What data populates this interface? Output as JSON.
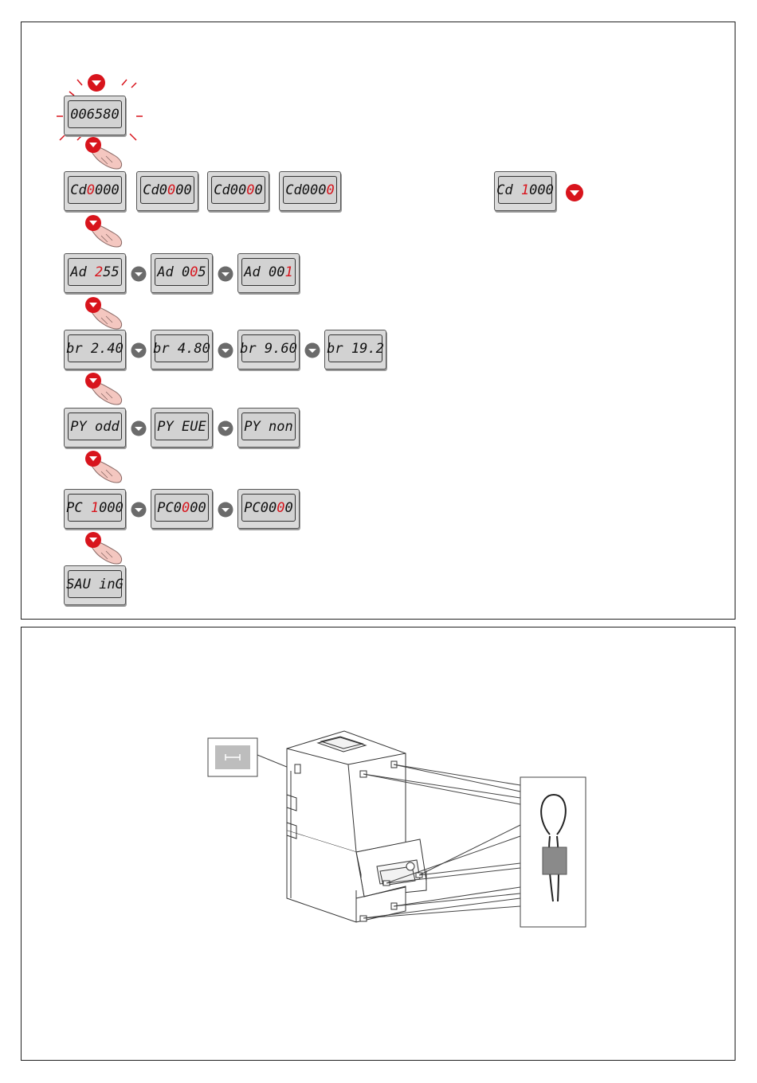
{
  "colors": {
    "accent_red": "#d8141c",
    "lcd_bg": "#d2d2d2",
    "arrow_grey": "#6b6b6b",
    "seal_grey": "#8a8a8a"
  },
  "icons": {
    "down_red": "red-down-arrow-icon",
    "down_grey": "grey-down-arrow-icon",
    "press": "pressing-finger-icon",
    "seal": "lead-seal-icon",
    "hole": "seal-hole-icon"
  },
  "displays": {
    "start": {
      "parts": [
        {
          "t": "006580",
          "r": false
        }
      ]
    },
    "cd": [
      {
        "parts": [
          {
            "t": "Cd",
            "r": false
          },
          {
            "t": "0",
            "r": true
          },
          {
            "t": "000",
            "r": false
          }
        ]
      },
      {
        "parts": [
          {
            "t": "Cd0",
            "r": false
          },
          {
            "t": "0",
            "r": true
          },
          {
            "t": "00",
            "r": false
          }
        ]
      },
      {
        "parts": [
          {
            "t": "Cd00",
            "r": false
          },
          {
            "t": "0",
            "r": true
          },
          {
            "t": "0",
            "r": false
          }
        ]
      },
      {
        "parts": [
          {
            "t": "Cd000",
            "r": false
          },
          {
            "t": "0",
            "r": true
          }
        ]
      }
    ],
    "cd_result": {
      "parts": [
        {
          "t": "Cd ",
          "r": false
        },
        {
          "t": "1",
          "r": true
        },
        {
          "t": "000",
          "r": false
        }
      ]
    },
    "ad": [
      {
        "parts": [
          {
            "t": "Ad ",
            "r": false
          },
          {
            "t": "2",
            "r": true
          },
          {
            "t": "55",
            "r": false
          }
        ]
      },
      {
        "parts": [
          {
            "t": "Ad 0",
            "r": false
          },
          {
            "t": "0",
            "r": true
          },
          {
            "t": "5",
            "r": false
          }
        ]
      },
      {
        "parts": [
          {
            "t": "Ad 00",
            "r": false
          },
          {
            "t": "1",
            "r": true
          }
        ]
      }
    ],
    "br": [
      {
        "parts": [
          {
            "t": "br 2.40",
            "r": false
          }
        ]
      },
      {
        "parts": [
          {
            "t": "br 4.80",
            "r": false
          }
        ]
      },
      {
        "parts": [
          {
            "t": "br 9.60",
            "r": false
          }
        ]
      },
      {
        "parts": [
          {
            "t": "br 19.2",
            "r": false
          }
        ]
      }
    ],
    "py": [
      {
        "parts": [
          {
            "t": "PY odd",
            "r": false
          }
        ]
      },
      {
        "parts": [
          {
            "t": "PY EUE",
            "r": false
          }
        ]
      },
      {
        "parts": [
          {
            "t": "PY non",
            "r": false
          }
        ]
      }
    ],
    "pc": [
      {
        "parts": [
          {
            "t": "PC ",
            "r": false
          },
          {
            "t": "1",
            "r": true
          },
          {
            "t": "000",
            "r": false
          }
        ]
      },
      {
        "parts": [
          {
            "t": "PC0",
            "r": false
          },
          {
            "t": "0",
            "r": true
          },
          {
            "t": "00",
            "r": false
          }
        ]
      },
      {
        "parts": [
          {
            "t": "PC00",
            "r": false
          },
          {
            "t": "0",
            "r": true
          },
          {
            "t": "0",
            "r": false
          }
        ]
      }
    ],
    "saving": {
      "parts": [
        {
          "t": "SAU inG",
          "r": false
        }
      ]
    }
  }
}
